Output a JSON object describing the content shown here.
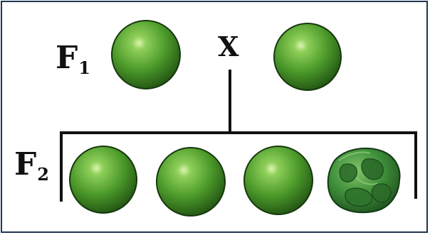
{
  "parents": {
    "generation_label": "F",
    "generation_index": "1",
    "cross_symbol": "X",
    "peas": [
      {
        "shape": "round",
        "color": "green"
      },
      {
        "shape": "round",
        "color": "green"
      }
    ]
  },
  "offspring": {
    "generation_label": "F",
    "generation_index": "2",
    "peas": [
      {
        "shape": "round",
        "color": "green"
      },
      {
        "shape": "round",
        "color": "green"
      },
      {
        "shape": "round",
        "color": "green"
      },
      {
        "shape": "wrinkled",
        "color": "green"
      }
    ]
  },
  "colors": {
    "frame_border": "#1f3550",
    "line": "#111111",
    "pea_light": "#8fcf5a",
    "pea_mid": "#4c9a2a",
    "pea_dark": "#1f4f12"
  }
}
